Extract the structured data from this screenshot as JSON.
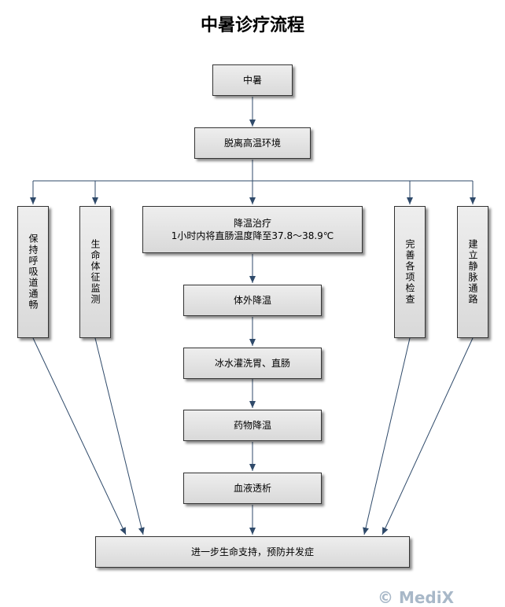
{
  "title": "中暑诊疗流程",
  "nodes": {
    "heatstroke": "中暑",
    "leave_heat": "脱离高温环境",
    "airway": "保持呼吸道通畅",
    "vitals": "生命体征监测",
    "cooling_title": "降温治疗",
    "cooling_detail": "1小时内将直肠温度降至37.8～38.9℃",
    "exam": "完善各项检查",
    "iv": "建立静脉通路",
    "external": "体外降温",
    "lavage": "冰水灌洗胃、直肠",
    "drug": "药物降温",
    "dialysis": "血液透析",
    "support": "进一步生命支持，预防并发症"
  },
  "watermark": "© MediX"
}
